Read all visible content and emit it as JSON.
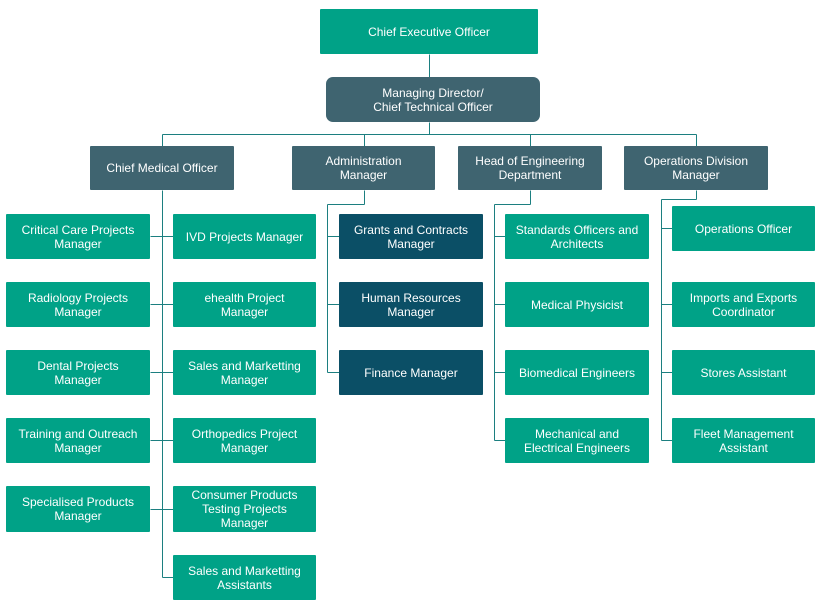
{
  "colors": {
    "teal": "#00a287",
    "slate": "#3f6470",
    "navy": "#0b4f66",
    "line": "#1c7f80"
  },
  "ceo": "Chief Executive Officer",
  "md": "Managing Director/\nChief Technical Officer",
  "departments": {
    "medical": {
      "head": "Chief Medical Officer",
      "left": [
        "Critical Care Projects\nManager",
        "Radiology Projects\nManager",
        "Dental Projects\nManager",
        "Training and Outreach\nManager",
        "Specialised Products\nManager"
      ],
      "right": [
        "IVD Projects Manager",
        "ehealth Project\nManager",
        "Sales and Marketting\nManager",
        "Orthopedics Project\nManager",
        "Consumer Products\nTesting Projects\nManager",
        "Sales and Marketting\nAssistants"
      ]
    },
    "administration": {
      "head": "Administration\nManager",
      "items": [
        "Grants and Contracts\nManager",
        "Human Resources\nManager",
        "Finance Manager"
      ]
    },
    "engineering": {
      "head": "Head of Engineering\nDepartment",
      "items": [
        "Standards Officers and\nArchitects",
        "Medical Physicist",
        "Biomedical Engineers",
        "Mechanical and\nElectrical Engineers"
      ]
    },
    "operations": {
      "head": "Operations Division\nManager",
      "items": [
        "Operations Officer",
        "Imports and Exports\nCoordinator",
        "Stores Assistant",
        "Fleet Management\nAssistant"
      ]
    }
  }
}
